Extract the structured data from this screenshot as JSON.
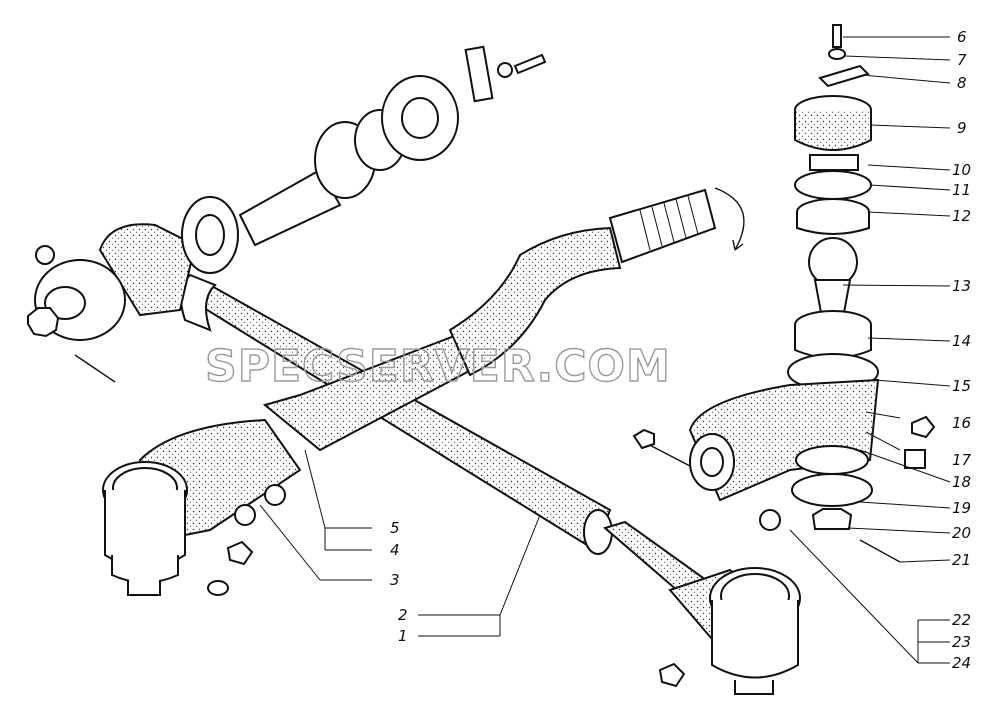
{
  "watermark": "SPECSERVER.COM",
  "callouts": [
    "1",
    "2",
    "3",
    "4",
    "5",
    "6",
    "7",
    "8",
    "9",
    "10",
    "11",
    "12",
    "13",
    "14",
    "15",
    "16",
    "17",
    "18",
    "19",
    "20",
    "21",
    "22",
    "23",
    "24"
  ]
}
